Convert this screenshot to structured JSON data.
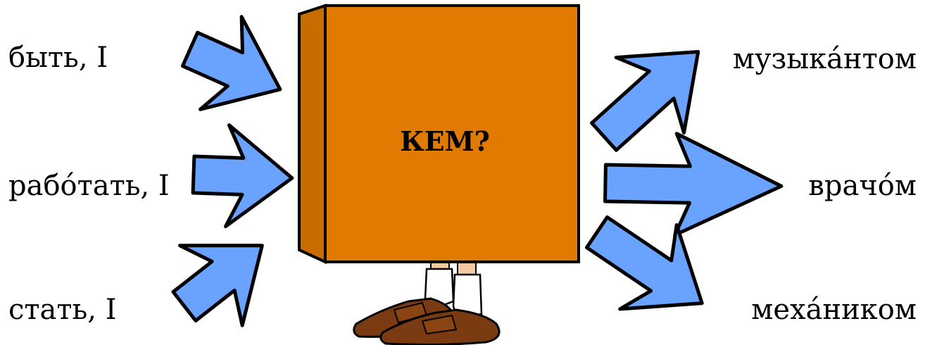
{
  "left_words": [
    "быть, I",
    "рабо́тать, I",
    "стать, I"
  ],
  "right_words": [
    "музыка́нтом",
    "врачо́м",
    "меха́ником"
  ],
  "box_label": "КЕМ?",
  "colors": {
    "arrow_fill": "#6aa2ff",
    "arrow_stroke": "#000000",
    "box_front": "#e07a00",
    "box_side": "#c96c00",
    "shoes": "#7a3a12",
    "socks": "#ffffff",
    "legs": "#f2c9a0"
  }
}
